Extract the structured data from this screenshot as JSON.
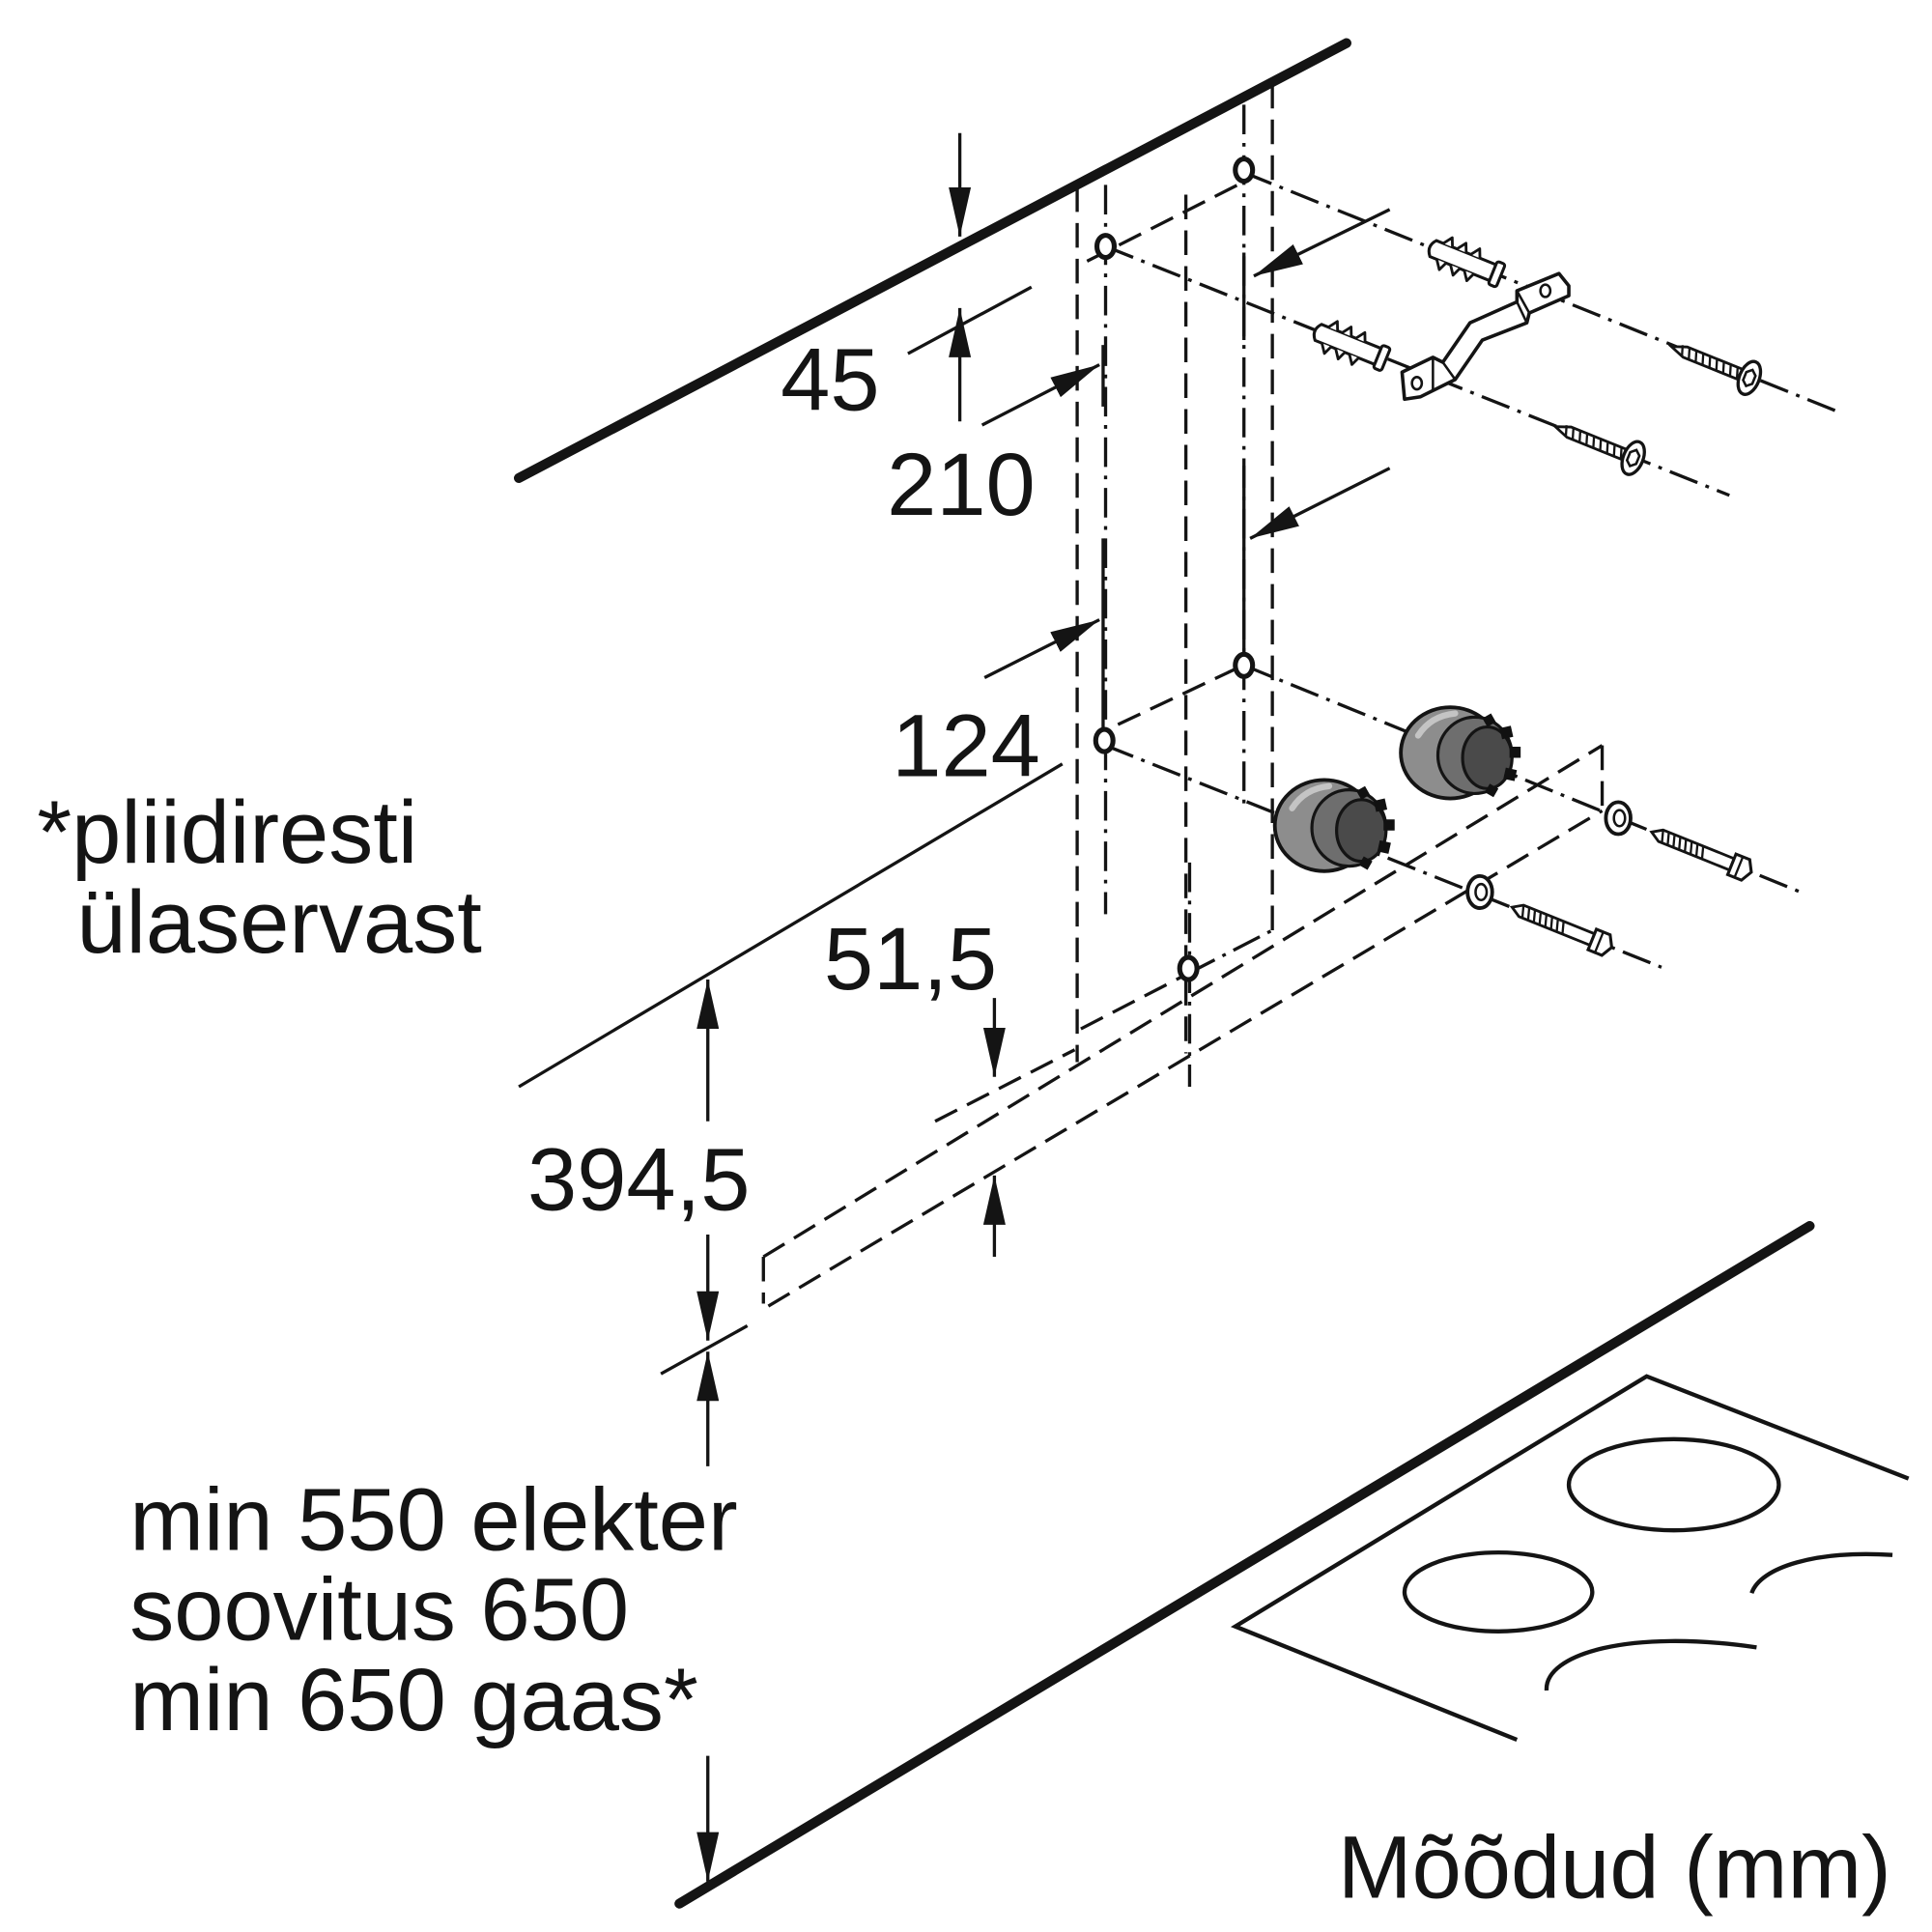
{
  "diagram": {
    "dimension_labels": [
      "45",
      "210",
      "124",
      "51,5",
      "394,5"
    ],
    "reference_note": [
      "*pliidiresti",
      "ülaservast"
    ],
    "clearance_notes": [
      "min 550 elekter",
      "soovitus 650",
      "min 650 gaas*"
    ],
    "units_caption": "Mõõdud (mm)"
  }
}
